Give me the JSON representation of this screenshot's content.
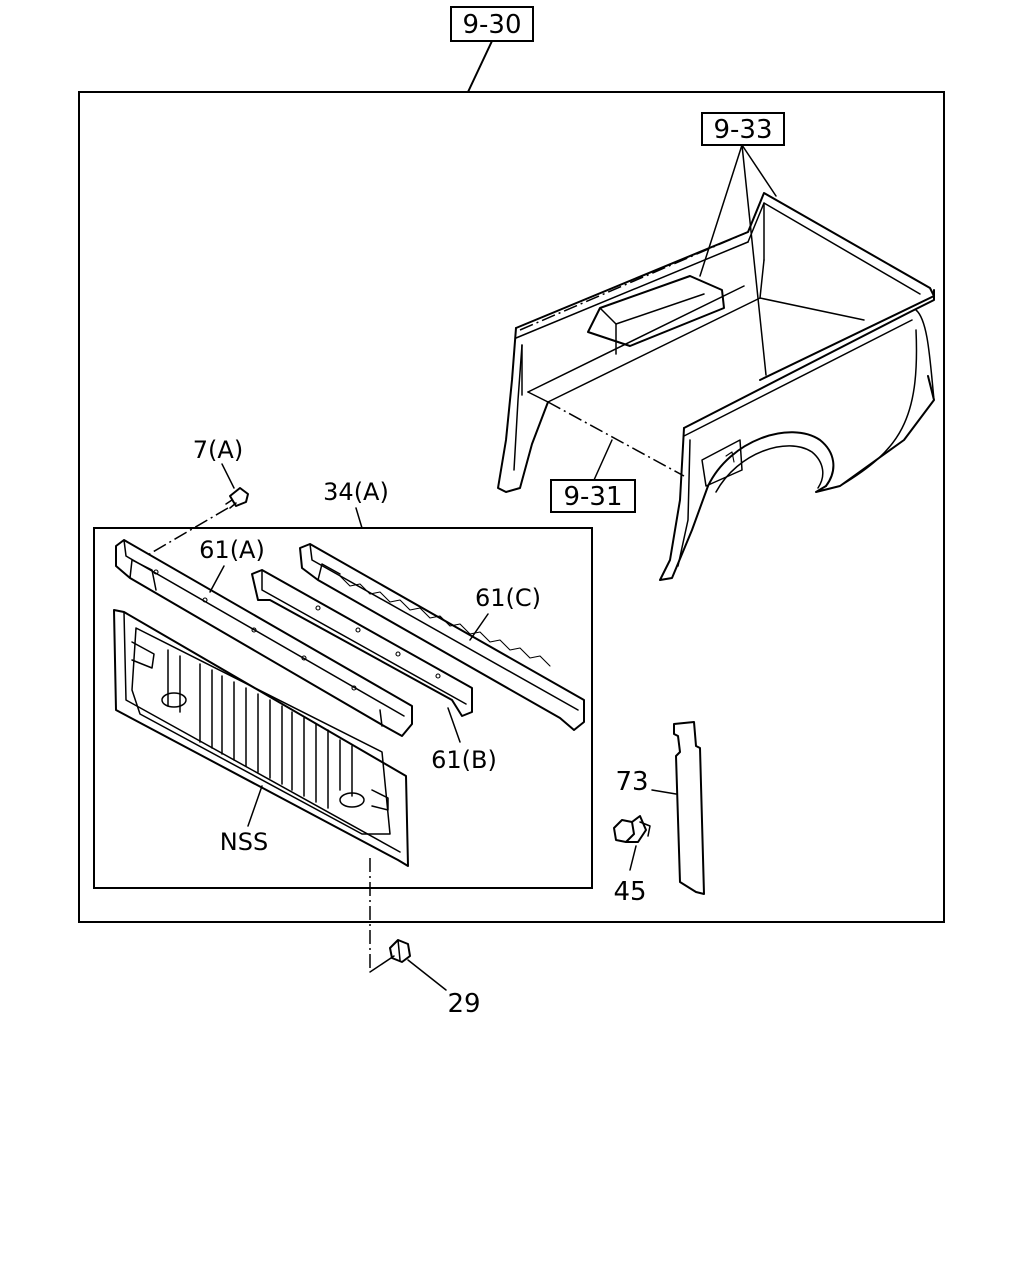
{
  "references": {
    "main_group": "9-30",
    "bed_side": "9-33",
    "bed_floor": "9-31"
  },
  "part_labels": {
    "bolt_7a": "7(A)",
    "tailgate_assy": "34(A)",
    "rail_61a": "61(A)",
    "rail_61b": "61(B)",
    "rail_61c": "61(C)",
    "panel_nss": "NSS",
    "seal_73": "73",
    "bolt_45": "45",
    "plug_29": "29"
  }
}
